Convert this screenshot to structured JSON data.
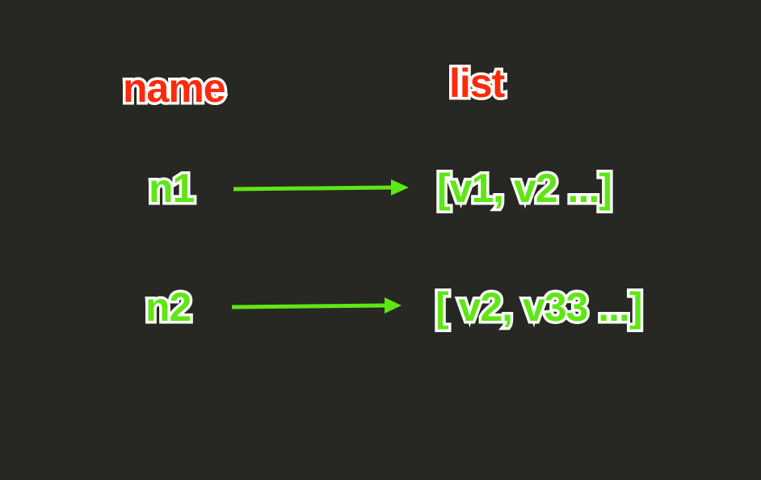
{
  "colors": {
    "background": "#272723",
    "header_text": "#ff2a0a",
    "item_text": "#5fe615",
    "outline": "#ffffff",
    "arrow": "#5fe615"
  },
  "headers": {
    "name": "name",
    "list": "list"
  },
  "rows": [
    {
      "name": "n1",
      "list": "[v1, v2 ...]",
      "arrow_icon": "right-arrow-icon"
    },
    {
      "name": "n2",
      "list": "[ v2, v33 ...]",
      "arrow_icon": "right-arrow-icon"
    }
  ]
}
